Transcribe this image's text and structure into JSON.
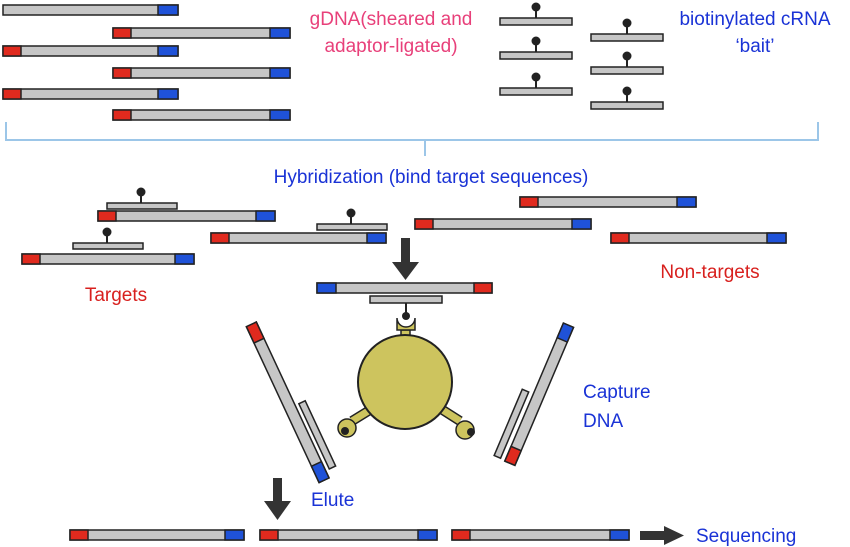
{
  "labels": {
    "gdna_line1": "gDNA(sheared and",
    "gdna_line2": "adaptor-ligated)",
    "bait_line1": "biotinylated cRNA",
    "bait_line2": "‘bait’",
    "hybridization": "Hybridization (bind target sequences)",
    "targets": "Targets",
    "non_targets": "Non-targets",
    "capture_line1": "Capture",
    "capture_line2": "DNA",
    "elute": "Elute",
    "sequencing": "Sequencing"
  },
  "colors": {
    "gdna_label": "#e8407a",
    "blue_label": "#1a33d6",
    "red_label": "#d8201e",
    "fragment_body": "#c6c6c6",
    "adaptor_red": "#e02a1e",
    "adaptor_blue": "#1f52d8",
    "bead": "#cdc45e",
    "bracket": "#9cc6e8"
  },
  "icons": [
    "down-arrow-icon",
    "right-arrow-icon",
    "biotin-pin-icon",
    "streptavidin-clasp-icon",
    "magnetic-bead-icon"
  ]
}
